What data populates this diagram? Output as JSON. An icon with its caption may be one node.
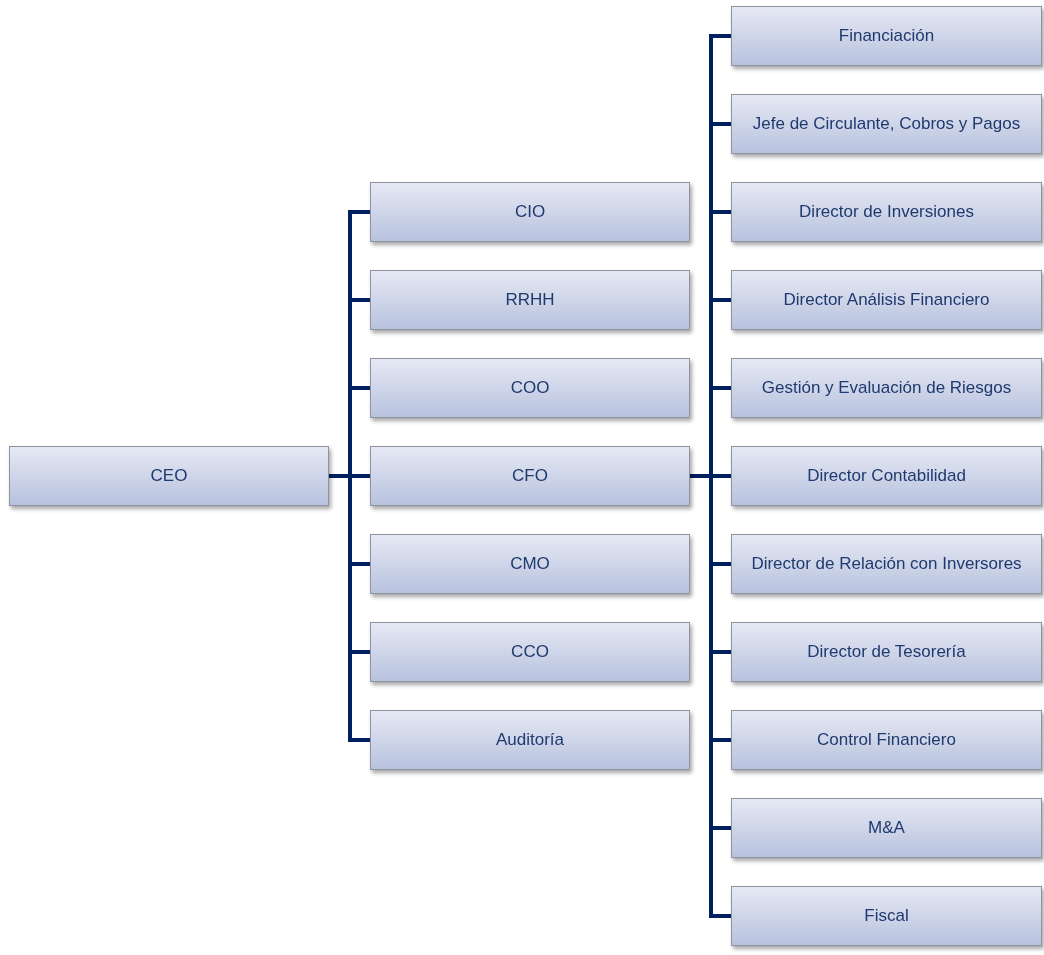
{
  "diagram": {
    "nodes": [
      {
        "text": [
          "CEO"
        ]
      },
      {
        "text": [
          "CIO"
        ]
      },
      {
        "text": [
          "RRHH"
        ]
      },
      {
        "text": [
          "COO"
        ]
      },
      {
        "text": [
          "CFO"
        ]
      },
      {
        "text": [
          "CMO"
        ]
      },
      {
        "text": [
          "CCO"
        ]
      },
      {
        "text": [
          "Auditoría"
        ]
      },
      {
        "text": [
          "Financiación"
        ]
      },
      {
        "text": [
          "Jefe de Circulante, Cobros y Pagos"
        ]
      },
      {
        "text": [
          "Director de Inversiones"
        ]
      },
      {
        "text": [
          "Director Análisis Financiero"
        ]
      },
      {
        "text": [
          "Gestión y Evaluación de Riesgos"
        ]
      },
      {
        "text": [
          "Director Contabilidad"
        ]
      },
      {
        "text": [
          "Director de Relación con Inversores"
        ]
      },
      {
        "text": [
          "Director de  Tesorería"
        ]
      },
      {
        "text": [
          "Control Financiero"
        ]
      },
      {
        "text": [
          "M&A"
        ]
      },
      {
        "text": [
          "Fiscal"
        ]
      }
    ],
    "edges": [
      {
        "from": 0,
        "to": 1,
        "arrow": "none"
      },
      {
        "from": 0,
        "to": 2,
        "arrow": "none"
      },
      {
        "from": 0,
        "to": 3,
        "arrow": "none"
      },
      {
        "from": 0,
        "to": 4,
        "arrow": "none"
      },
      {
        "from": 0,
        "to": 5,
        "arrow": "none"
      },
      {
        "from": 0,
        "to": 6,
        "arrow": "none"
      },
      {
        "from": 0,
        "to": 7,
        "arrow": "none"
      },
      {
        "from": 4,
        "to": 8,
        "arrow": "none"
      },
      {
        "from": 4,
        "to": 9,
        "arrow": "none"
      },
      {
        "from": 4,
        "to": 10,
        "arrow": "none"
      },
      {
        "from": 4,
        "to": 11,
        "arrow": "none"
      },
      {
        "from": 4,
        "to": 12,
        "arrow": "none"
      },
      {
        "from": 4,
        "to": 13,
        "arrow": "none"
      },
      {
        "from": 4,
        "to": 14,
        "arrow": "none"
      },
      {
        "from": 4,
        "to": 15,
        "arrow": "none"
      },
      {
        "from": 4,
        "to": 16,
        "arrow": "none"
      },
      {
        "from": 4,
        "to": 17,
        "arrow": "none"
      },
      {
        "from": 4,
        "to": 18,
        "arrow": "none"
      }
    ]
  }
}
